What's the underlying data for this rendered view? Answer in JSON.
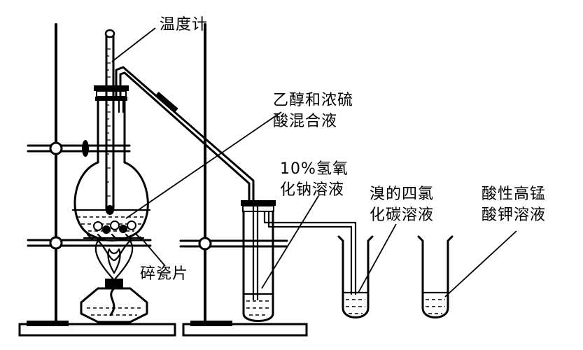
{
  "labels": {
    "thermometer": "温度计",
    "ethanol_acid_line1": "乙醇和浓硫",
    "ethanol_acid_line2": "酸混合液",
    "naoh_line1": "10%氢氧",
    "naoh_line2": "化钠溶液",
    "bromine_line1": "溴的四氯",
    "bromine_line2": "化碳溶液",
    "kmno4_line1": "酸性高锰",
    "kmno4_line2": "酸钾溶液",
    "porcelain": "碎瓷片"
  },
  "colors": {
    "stroke": "#000000",
    "background": "#ffffff"
  }
}
